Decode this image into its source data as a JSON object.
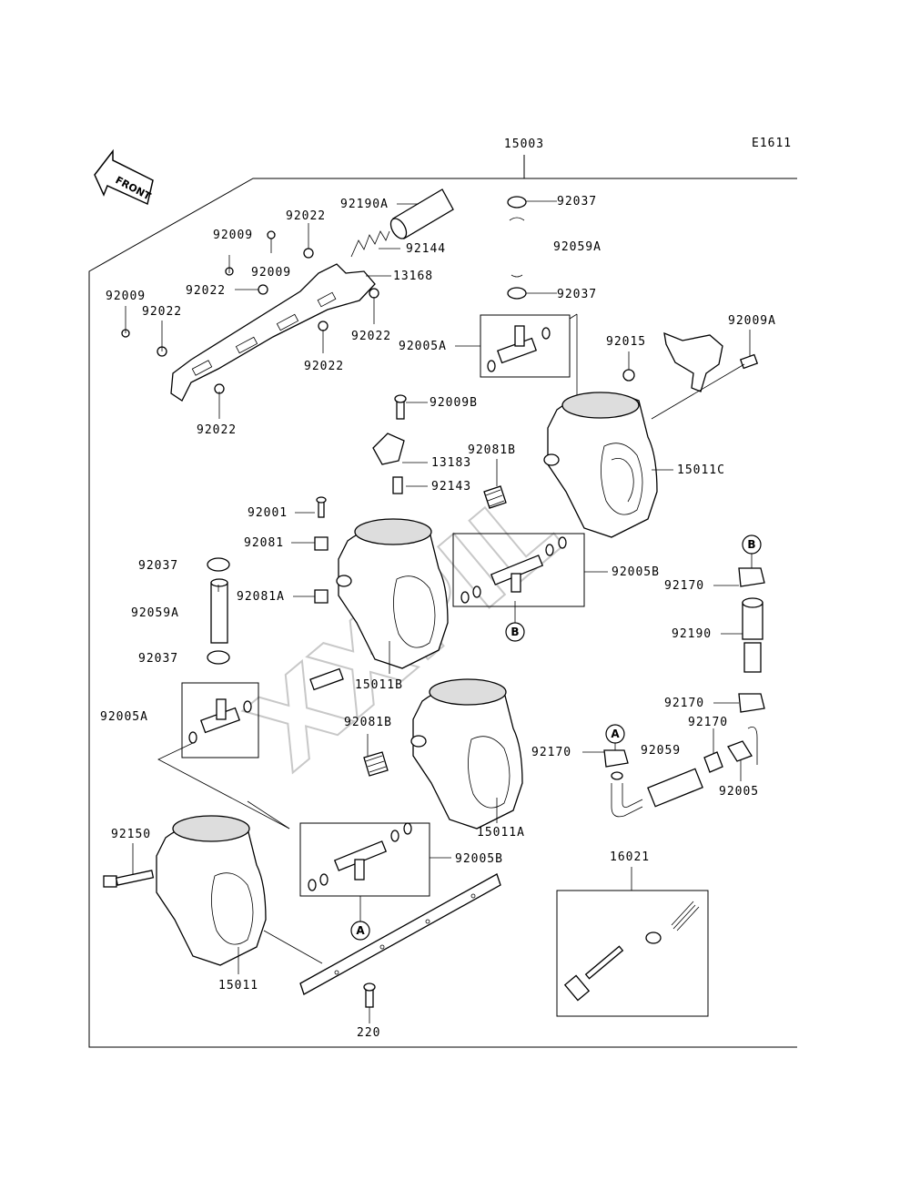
{
  "diagram_code": "E1611",
  "front_label": "FRONT",
  "watermark": "XXPIL",
  "parts": {
    "p15003": "15003",
    "p92190A": "92190A",
    "p92144": "92144",
    "p13168": "13168",
    "p92037a": "92037",
    "p92059Aa": "92059A",
    "p92037b": "92037",
    "p92005Aa": "92005A",
    "p92009a": "92009",
    "p92022a": "92022",
    "p92009b": "92009",
    "p92022b": "92022",
    "p92009c": "92009",
    "p92022c": "92022",
    "p92022d": "92022",
    "p92022e": "92022",
    "p92022f": "92022",
    "p92015": "92015",
    "p92009A": "92009A",
    "p92009B": "92009B",
    "p13183": "13183",
    "p92081Ba": "92081B",
    "p15011C": "15011C",
    "p92143": "92143",
    "p92001": "92001",
    "p92081": "92081",
    "p92081A": "92081A",
    "p92037c": "92037",
    "p92059Ab": "92059A",
    "p92037d": "92037",
    "p92005Ab": "92005A",
    "p92005Ba": "92005B",
    "p92170a": "92170",
    "p92190": "92190",
    "p15011B": "15011B",
    "p92081Bb": "92081B",
    "p92170b": "92170",
    "p92170c": "92170",
    "p92170d": "92170",
    "p92059": "92059",
    "p92005": "92005",
    "p15011A": "15011A",
    "p92150": "92150",
    "p92005Bb": "92005B",
    "p16021": "16021",
    "p15011": "15011",
    "p220": "220"
  },
  "callouts": {
    "B1": "B",
    "B2": "B",
    "A1": "A",
    "A2": "A"
  }
}
